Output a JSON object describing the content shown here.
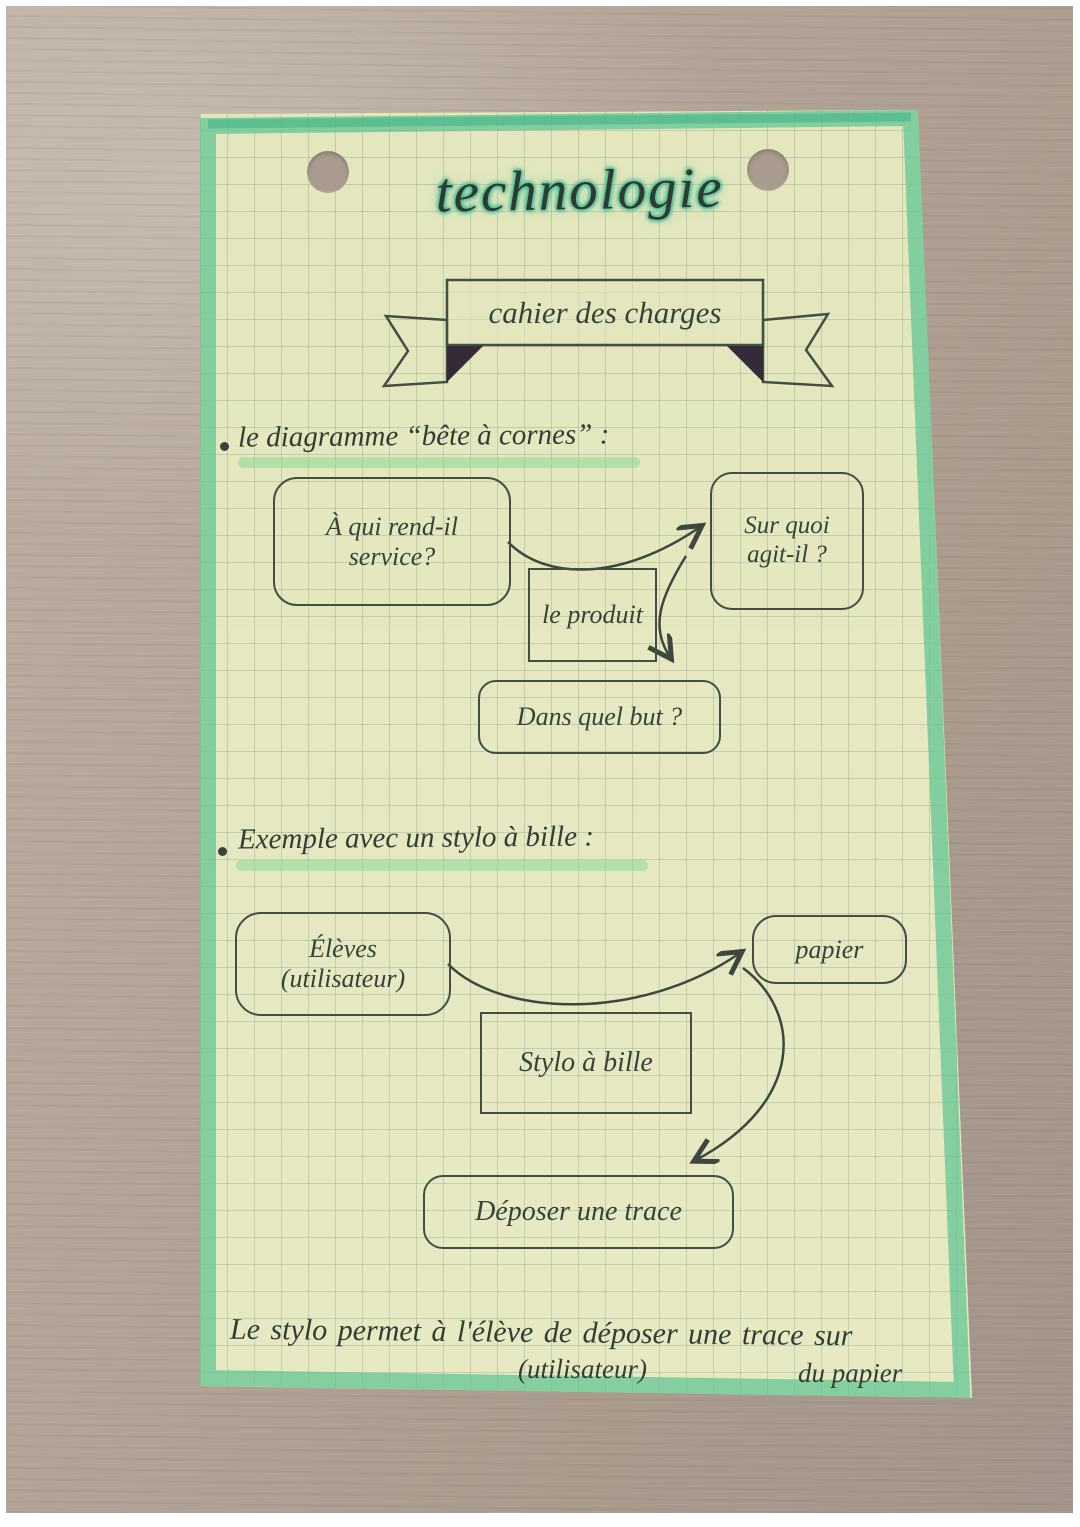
{
  "colors": {
    "paper": "#e4e7bd",
    "marker_border_green": "#68c796",
    "underline_green": "#8cd896",
    "title_highlight": "#48c096",
    "ink": "#39423a",
    "wood": "#b0a295",
    "ribbon_fold": "#352a38"
  },
  "title": "technologie",
  "banner": {
    "label": "cahier des charges"
  },
  "section_diagram": {
    "heading": "le diagramme “bête à cornes” :",
    "boxes": {
      "service": {
        "line1": "À qui rend-il",
        "line2": "service?"
      },
      "agit": {
        "line1": "Sur quoi",
        "line2": "agit-il ?"
      },
      "produit": {
        "label": "le produit"
      },
      "but": {
        "label": "Dans quel but ?"
      }
    }
  },
  "section_example": {
    "heading": "Exemple avec un stylo à bille :",
    "boxes": {
      "eleves": {
        "line1": "Élèves",
        "line2": "(utilisateur)"
      },
      "papier": {
        "label": "papier"
      },
      "stylo": {
        "label": "Stylo à bille"
      },
      "trace": {
        "label": "Déposer une trace"
      }
    }
  },
  "footer": {
    "line1": "Le stylo permet à l'élève de déposer une trace sur",
    "annotation_left": "(utilisateur)",
    "annotation_right": "du papier"
  }
}
